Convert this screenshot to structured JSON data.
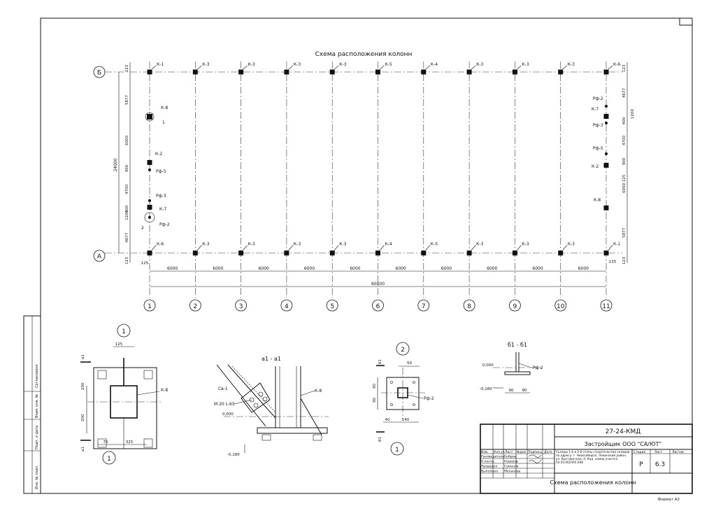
{
  "drawing": {
    "title": "Схема расположения колонн",
    "axes_letters": [
      "Б",
      "А"
    ],
    "axes_numbers": [
      "1",
      "2",
      "3",
      "4",
      "5",
      "6",
      "7",
      "8",
      "9",
      "10",
      "11"
    ],
    "top_labels": [
      "К-1",
      "К-3",
      "К-3",
      "К-3",
      "К-3",
      "К-5",
      "К-4",
      "К-3",
      "К-3",
      "К-3",
      "К-6"
    ],
    "bottom_labels": [
      "К-6",
      "К-3",
      "К-3",
      "К-3",
      "К-3",
      "К-4",
      "К-5",
      "К-3",
      "К-3",
      "К-3",
      "К-1"
    ],
    "span_dims": [
      "6000",
      "6000",
      "6000",
      "6000",
      "6000",
      "6000",
      "6000",
      "6000",
      "6000",
      "6000"
    ],
    "total_length": "60000",
    "edge_offset": "125",
    "left_column": {
      "total": "24000",
      "dims": [
        "123",
        "5877",
        "6000",
        "900",
        "4700",
        "400",
        "1200",
        "4677",
        "123"
      ],
      "labels": [
        "К-8",
        "1",
        "К-2",
        "Рф-5",
        "Рф-3",
        "К-7",
        "Рф-2",
        "2"
      ]
    },
    "right_column": {
      "dims": [
        "123",
        "4677",
        "400",
        "1200",
        "4700",
        "900",
        "125",
        "6000",
        "5877",
        "123"
      ],
      "labels": [
        "Рф-2",
        "К-7",
        "Рф-3",
        "Рф-5",
        "К-2",
        "К-8"
      ]
    }
  },
  "details": {
    "node1": {
      "mark": "1",
      "dims": [
        "125",
        "200",
        "200",
        "75",
        "325"
      ],
      "labels": [
        "К-8"
      ],
      "section": "а1",
      "bottom_mark": "1"
    },
    "section_a1": {
      "title": "а1 - а1",
      "labels": [
        "Св-1",
        "М 20 L-65",
        "К-8"
      ],
      "levels": [
        "0,000",
        "-0,180"
      ]
    },
    "node2": {
      "mark": "2",
      "dims": [
        "50",
        "90",
        "90",
        "40",
        "140"
      ],
      "labels": [
        "Рф-2"
      ],
      "section": "б1",
      "bottom_mark": "1"
    },
    "section_b1": {
      "title": "б1 - б1",
      "labels": [
        "Рф-2"
      ],
      "levels": [
        "0,000",
        "-0,180"
      ],
      "dims": [
        "90",
        "90"
      ]
    }
  },
  "stamp": {
    "code": "27-24-КМД",
    "developer": "Застройщик ООО \"СА/ЮТ\"",
    "object": "Склады 1-й и 2-й этапы строительства складов по адресу: г. Новосибирск, Ленинский район, ул. Выставочная, 4; Кад. номер участка 54:35:062565:268",
    "headers": [
      "Изм.",
      "Кол.уч",
      "Лист",
      "№док",
      "Подпись",
      "Дата"
    ],
    "roles": [
      {
        "role": "Руководитель",
        "name": "Бобров"
      },
      {
        "role": "Н.контр.",
        "name": "Новиков"
      },
      {
        "role": "Проверил",
        "name": "Семенов"
      },
      {
        "role": "Выполнил",
        "name": "Меланова"
      }
    ],
    "stage_header": "Стадия",
    "sheet_header": "Лист",
    "sheets_header": "Листов",
    "stage": "Р",
    "sheet": "6.3",
    "sheet_title": "Схема расположения колонн",
    "format": "Формат А2"
  },
  "side_stamp": [
    "Согласовано",
    "Взам. инв. №",
    "Подп. и дата",
    "Инв. № подл."
  ]
}
